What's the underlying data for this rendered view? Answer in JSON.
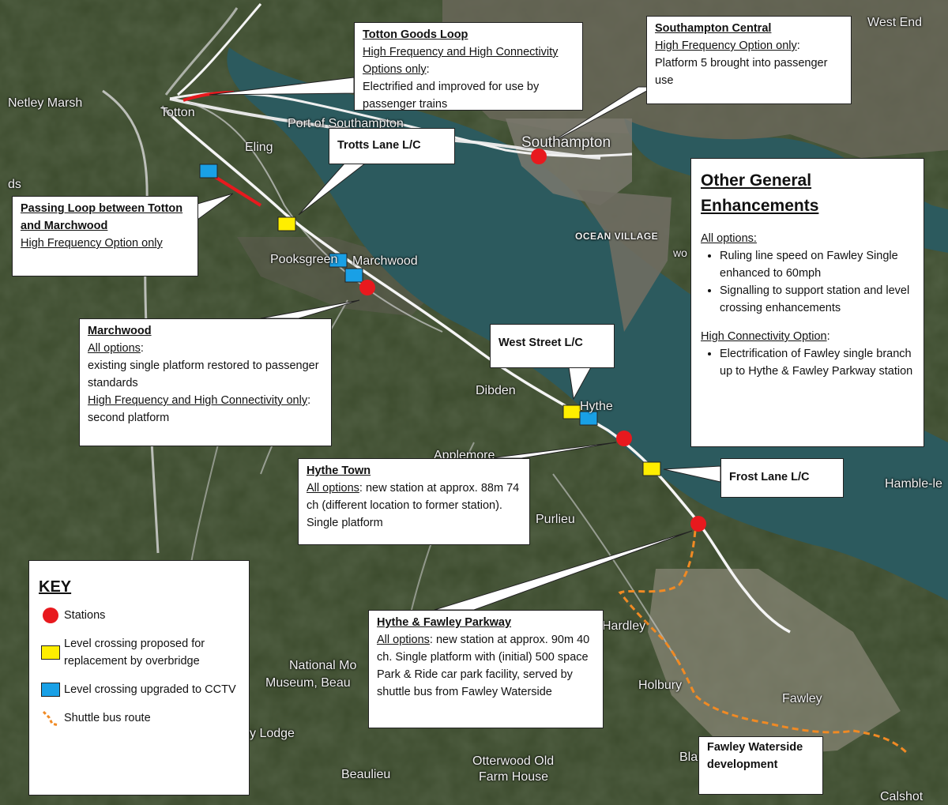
{
  "colors": {
    "station": "#e8191e",
    "overbridge": "#ffee00",
    "cctv": "#19a0e6",
    "shuttle": "#f08a24",
    "new_track": "#e8191e",
    "water": "#2c5a5e",
    "land": "#3b4a2c"
  },
  "places": {
    "west_end": "West End",
    "netley_marsh": "Netley Marsh",
    "totton": "Totton",
    "ds": "ds",
    "port": "Port of Southampton",
    "eling": "Eling",
    "southampton": "Southampton",
    "ocean_village": "OCEAN VILLAGE",
    "wo": "wo",
    "pooksgreen": "Pooksgreen",
    "marchwood": "Marchwood",
    "dibden": "Dibden",
    "hythe": "Hythe",
    "applemore": "Applemore",
    "purlieu": "Purlieu",
    "hamble": "Hamble-le",
    "hardley": "Hardley",
    "holbury": "Holbury",
    "fawley": "Fawley",
    "national_motor": "National Mo",
    "museum_beau": "Museum, Beau",
    "lodge": "y Lodge",
    "beaulieu": "Beaulieu",
    "otterwood_1": "Otterwood Old",
    "otterwood_2": "Farm House",
    "calshot": "Calshot",
    "bla": "Bla"
  },
  "callouts": {
    "totton_goods": {
      "title": "Totton Goods Loop",
      "option": "High Frequency and High Connectivity Options only",
      "option_suffix": ":",
      "text": "Electrified and improved for use by passenger trains"
    },
    "southampton_central": {
      "title": "Southampton Central",
      "option": "High Frequency Option only",
      "option_suffix": ":",
      "text": "Platform 5 brought into passenger use"
    },
    "trotts_lane": {
      "title": "Trotts Lane L/C"
    },
    "passing_loop": {
      "title": "Passing Loop between Totton and Marchwood",
      "option": "High Frequency Option only"
    },
    "other": {
      "title": "Other General Enhancements",
      "all_heading": "All options:",
      "all_items": [
        "Ruling line speed on Fawley Single enhanced to 60mph",
        "Signalling to support station and level crossing enhancements"
      ],
      "hc_heading": "High Connectivity Option",
      "hc_suffix": ":",
      "hc_items": [
        "Electrification of Fawley single branch up to Hythe & Fawley Parkway station"
      ]
    },
    "marchwood": {
      "title": "Marchwood",
      "all_label": "All options",
      "all_suffix": ":",
      "all_text": "existing single platform restored to passenger standards",
      "hf_label": "High Frequency and High Connectivity only",
      "hf_suffix": ":",
      "hf_text": "second platform"
    },
    "west_street": {
      "title": "West Street L/C"
    },
    "hythe_town": {
      "title": "Hythe Town",
      "all_label": "All options",
      "text": ": new station at approx. 88m 74 ch (different location to former station).  Single platform"
    },
    "frost_lane": {
      "title": "Frost Lane L/C"
    },
    "hythe_fawley": {
      "title": "Hythe & Fawley Parkway",
      "all_label": "All options",
      "text": ": new station at approx. 90m 40 ch.  Single platform with (initial) 500 space Park & Ride car park facility, served by shuttle bus from Fawley Waterside"
    },
    "fawley_waterside": {
      "text": "Fawley Waterside development"
    }
  },
  "key": {
    "title": "KEY",
    "items": [
      {
        "symbol": "station-dot",
        "label": "Stations"
      },
      {
        "symbol": "yellow-square",
        "label": "Level crossing proposed for replacement by overbridge"
      },
      {
        "symbol": "blue-square",
        "label": "Level crossing upgraded to CCTV"
      },
      {
        "symbol": "orange-dashed-line",
        "label": "Shuttle bus route"
      }
    ]
  }
}
